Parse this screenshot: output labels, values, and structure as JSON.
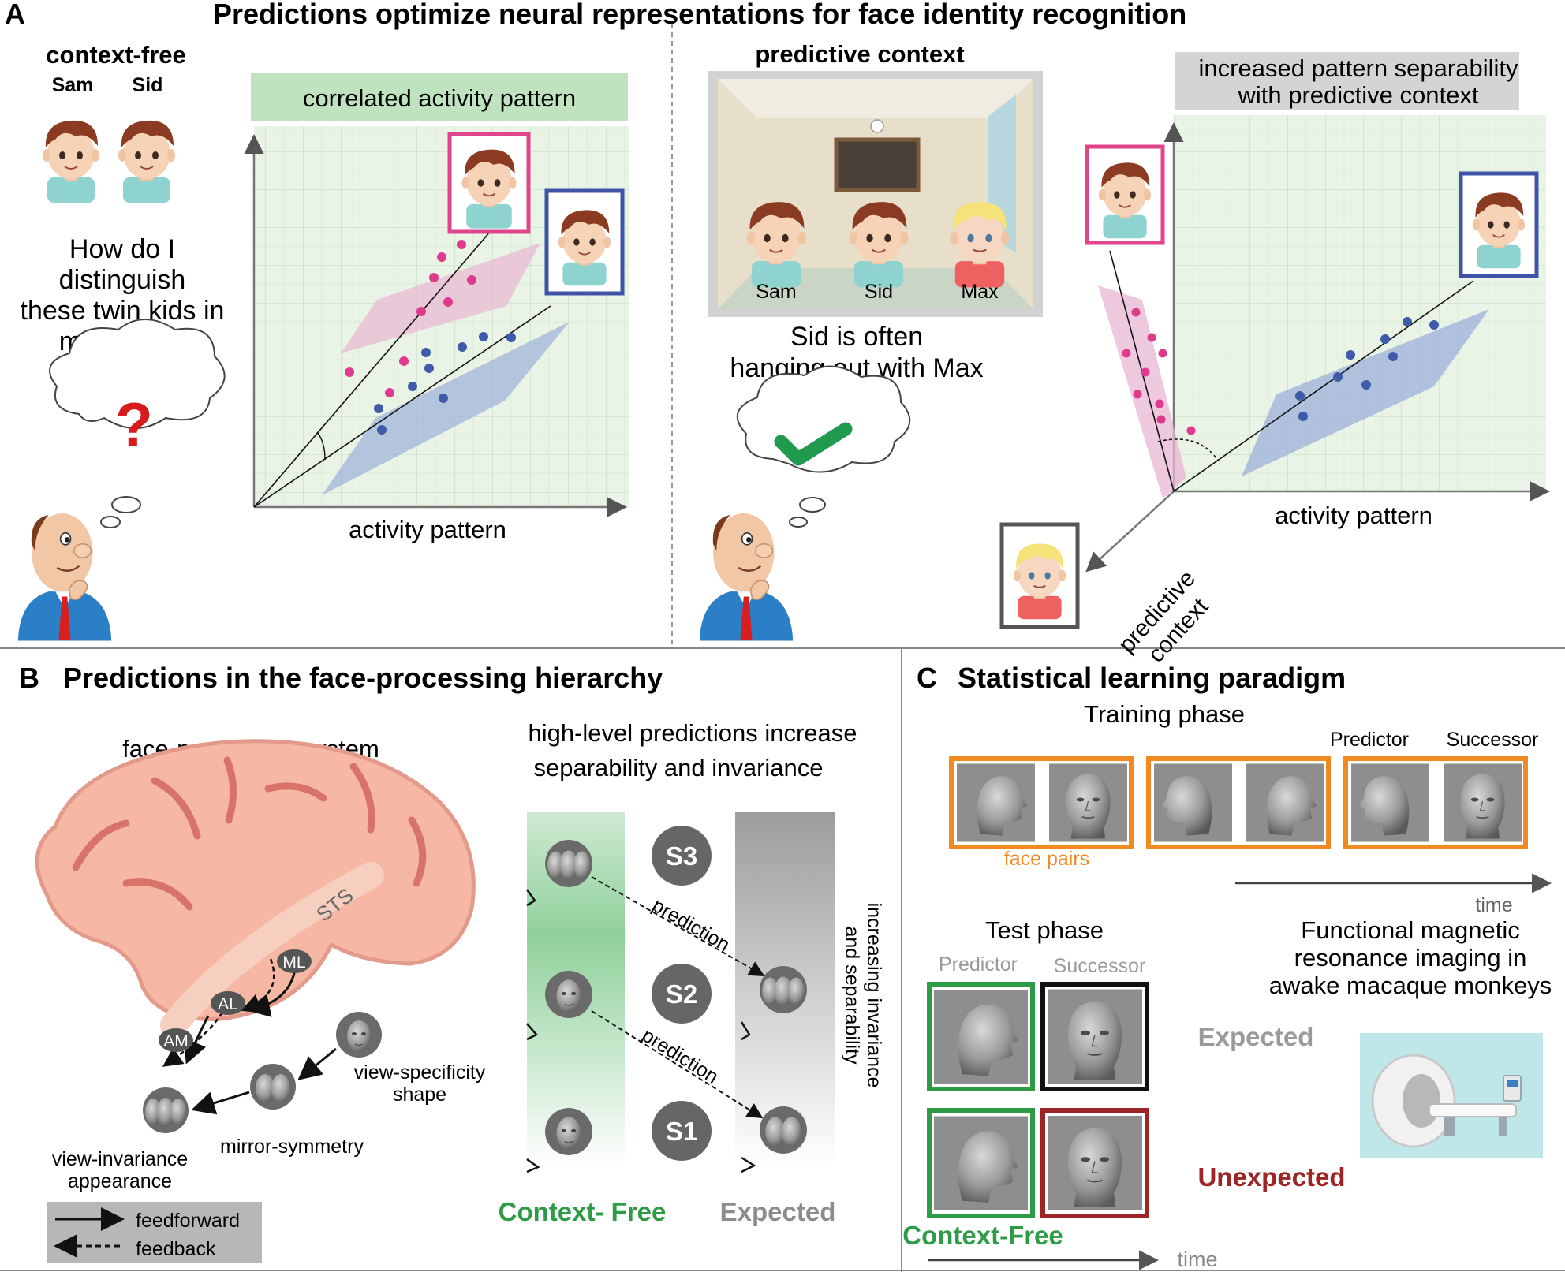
{
  "panelA": {
    "letter": "A",
    "title": "Predictions optimize neural representations for face identity recognition",
    "left": {
      "heading": "context-free",
      "name1": "Sam",
      "name2": "Sid",
      "question": [
        "How do I",
        "distinguish",
        "these twin kids in",
        "my class ?"
      ],
      "question_mark": "?",
      "banner": "correlated activity pattern",
      "xlabel": "activity pattern"
    },
    "right": {
      "heading": "predictive context",
      "label_sam": "Sam",
      "label_sid": "Sid",
      "label_max": "Max",
      "statement": [
        "Sid is often",
        "hanging out with Max"
      ],
      "banner": [
        "increased pattern separability",
        "with predictive context"
      ],
      "xlabel": "activity pattern",
      "context_axis": [
        "predictive",
        "context"
      ]
    }
  },
  "panelB": {
    "letter": "B",
    "title": "Predictions in the face-processing hierarchy",
    "system_title": "face-processing system",
    "sts": "STS",
    "nodes": [
      "ML",
      "AL",
      "AM"
    ],
    "levels": [
      "view-specificity",
      "shape",
      "mirror-symmetry",
      "view-invariance",
      "appearance"
    ],
    "legend": {
      "feedforward": "feedforward",
      "feedback": "feedback"
    },
    "hierarchy_title": [
      "high-level predictions increase",
      "separability and invariance"
    ],
    "stages": [
      "S3",
      "S2",
      "S1"
    ],
    "prediction": "prediction",
    "side_label": [
      "increasing invariance",
      "and separability"
    ],
    "context_free": "Context- Free",
    "expected": "Expected",
    "colors": {
      "green": "#2e9b47",
      "gray": "#8c8c8c"
    }
  },
  "panelC": {
    "letter": "C",
    "title": "Statistical learning paradigm",
    "training": "Training phase",
    "predictor": "Predictor",
    "successor": "Successor",
    "face_pairs": "face pairs",
    "time": "time",
    "test": "Test phase",
    "fmri": [
      "Functional magnetic",
      "resonance imaging in",
      "awake macaque monkeys"
    ],
    "expected": "Expected",
    "unexpected": "Unexpected",
    "context_free": "Context-Free",
    "colors": {
      "orange": "#f28a22",
      "green": "#2e9b47",
      "red": "#9e2525",
      "gray": "#9a9a9a"
    }
  }
}
